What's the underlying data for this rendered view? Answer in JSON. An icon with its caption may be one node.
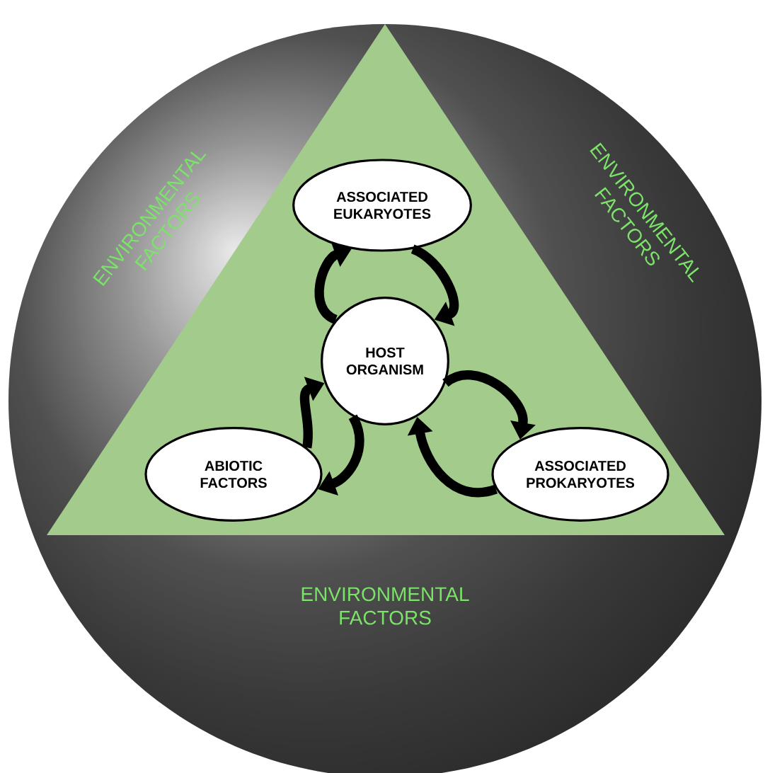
{
  "diagram": {
    "nodes": [
      {
        "text": [
          "ENVIRONMENTAL FACTORS",
          "ENVIRONMENTAL FACTORS",
          "ENVIRONMENTAL FACTORS"
        ]
      },
      {
        "text": [],
        "shape": "triangle"
      },
      {
        "text": [
          "ASSOCIATED EUKARYOTES"
        ],
        "in": 1
      },
      {
        "text": [
          "HOST ORGANISM"
        ],
        "in": 1
      },
      {
        "text": [
          "ABIOTIC FACTORS"
        ],
        "in": 1
      },
      {
        "text": [
          "ASSOCIATED PROKARYOTES"
        ],
        "in": 1
      }
    ],
    "edges": [
      {
        "from": 3,
        "to": 2,
        "arrow": "to"
      },
      {
        "from": 2,
        "to": 3,
        "arrow": "to"
      },
      {
        "from": 4,
        "to": 3,
        "arrow": "to"
      },
      {
        "from": 3,
        "to": 4,
        "arrow": "to"
      },
      {
        "from": 3,
        "to": 5,
        "arrow": "to"
      },
      {
        "from": 5,
        "to": 3,
        "arrow": "to"
      }
    ]
  }
}
